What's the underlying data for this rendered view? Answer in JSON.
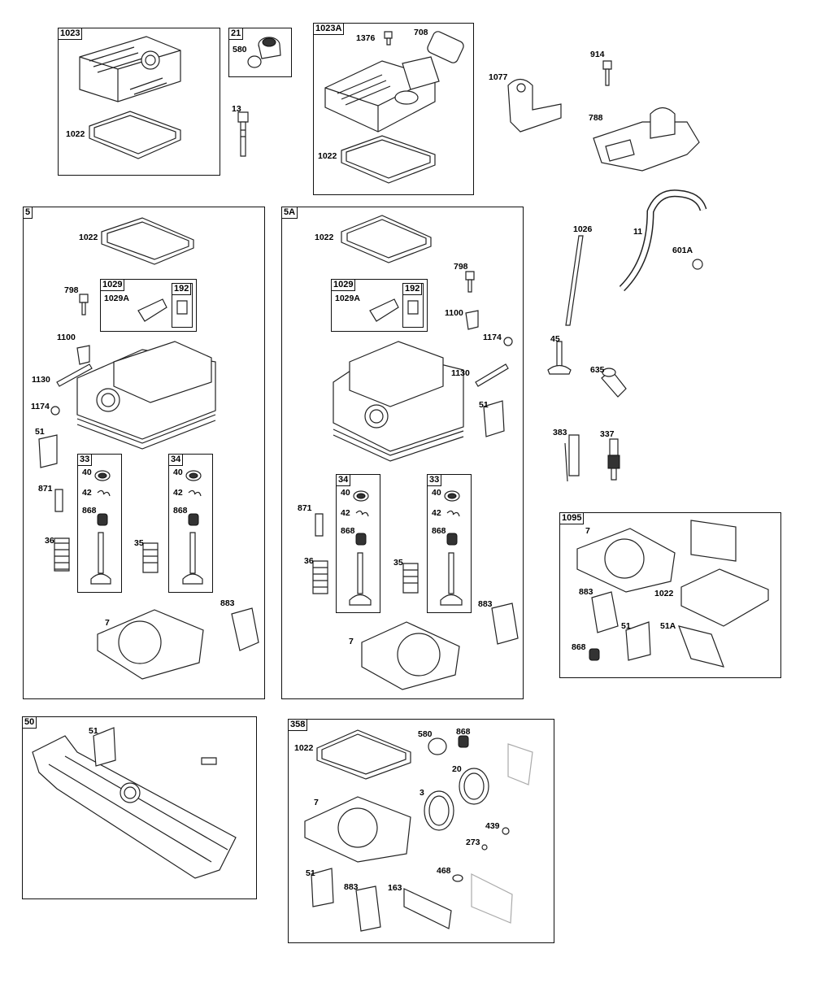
{
  "diagram": {
    "groups": [
      {
        "id": "1023",
        "parts": [
          "1022"
        ]
      },
      {
        "id": "21",
        "parts": [
          "580"
        ]
      },
      {
        "id": "1023A",
        "parts": [
          "1376",
          "708",
          "1022"
        ]
      },
      {
        "id": "5",
        "parts": [
          "1022",
          "798",
          "1029",
          "1029A",
          "192",
          "1100",
          "1130",
          "1174",
          "51",
          "871",
          "36",
          "33",
          "40",
          "42",
          "868",
          "35",
          "34",
          "883",
          "7"
        ]
      },
      {
        "id": "5A",
        "parts": [
          "1022",
          "798",
          "1029",
          "1029A",
          "192",
          "1100",
          "1174",
          "1130",
          "51",
          "34",
          "40",
          "42",
          "868",
          "871",
          "36",
          "35",
          "33",
          "883",
          "7"
        ]
      },
      {
        "id": "1095",
        "parts": [
          "7",
          "883",
          "1022",
          "51",
          "51A",
          "868"
        ]
      },
      {
        "id": "50",
        "parts": [
          "51"
        ]
      },
      {
        "id": "358",
        "parts": [
          "1022",
          "580",
          "868",
          "20",
          "3",
          "7",
          "439",
          "273",
          "51",
          "883",
          "163",
          "468"
        ]
      }
    ],
    "loose_parts": [
      "13",
      "1077",
      "914",
      "788",
      "1026",
      "11",
      "601A",
      "45",
      "635",
      "383",
      "337"
    ]
  },
  "labels": {
    "g1023": "1023",
    "g1023_1022": "1022",
    "g21": "21",
    "g21_580": "580",
    "p13": "13",
    "g1023A": "1023A",
    "g1023A_1376": "1376",
    "g1023A_708": "708",
    "g1023A_1022": "1022",
    "p1077": "1077",
    "p914": "914",
    "p788": "788",
    "g5": "5",
    "g5_1022": "1022",
    "g5_798": "798",
    "g5_1029": "1029",
    "g5_1029A": "1029A",
    "g5_192": "192",
    "g5_1100": "1100",
    "g5_1130": "1130",
    "g5_1174": "1174",
    "g5_51": "51",
    "g5_871": "871",
    "g5_36": "36",
    "g5_33": "33",
    "g5_33_40": "40",
    "g5_33_42": "42",
    "g5_33_868": "868",
    "g5_35": "35",
    "g5_34": "34",
    "g5_34_40": "40",
    "g5_34_42": "42",
    "g5_34_868": "868",
    "g5_883": "883",
    "g5_7": "7",
    "g5A": "5A",
    "g5A_1022": "1022",
    "g5A_798": "798",
    "g5A_1029": "1029",
    "g5A_1029A": "1029A",
    "g5A_192": "192",
    "g5A_1100": "1100",
    "g5A_1174": "1174",
    "g5A_1130": "1130",
    "g5A_51": "51",
    "g5A_34": "34",
    "g5A_34_40": "40",
    "g5A_34_42": "42",
    "g5A_34_868": "868",
    "g5A_871": "871",
    "g5A_36": "36",
    "g5A_35": "35",
    "g5A_33": "33",
    "g5A_33_40": "40",
    "g5A_33_42": "42",
    "g5A_33_868": "868",
    "g5A_883": "883",
    "g5A_7": "7",
    "p1026": "1026",
    "p11": "11",
    "p601A": "601A",
    "p45": "45",
    "p635": "635",
    "p383": "383",
    "p337": "337",
    "g1095": "1095",
    "g1095_7": "7",
    "g1095_883": "883",
    "g1095_1022": "1022",
    "g1095_51": "51",
    "g1095_51A": "51A",
    "g1095_868": "868",
    "g50": "50",
    "g50_51": "51",
    "g358": "358",
    "g358_1022": "1022",
    "g358_580": "580",
    "g358_868": "868",
    "g358_20": "20",
    "g358_3": "3",
    "g358_7": "7",
    "g358_439": "439",
    "g358_273": "273",
    "g358_51": "51",
    "g358_883": "883",
    "g358_163": "163",
    "g358_468": "468"
  },
  "colors": {
    "line": "#222222",
    "background": "#ffffff"
  }
}
